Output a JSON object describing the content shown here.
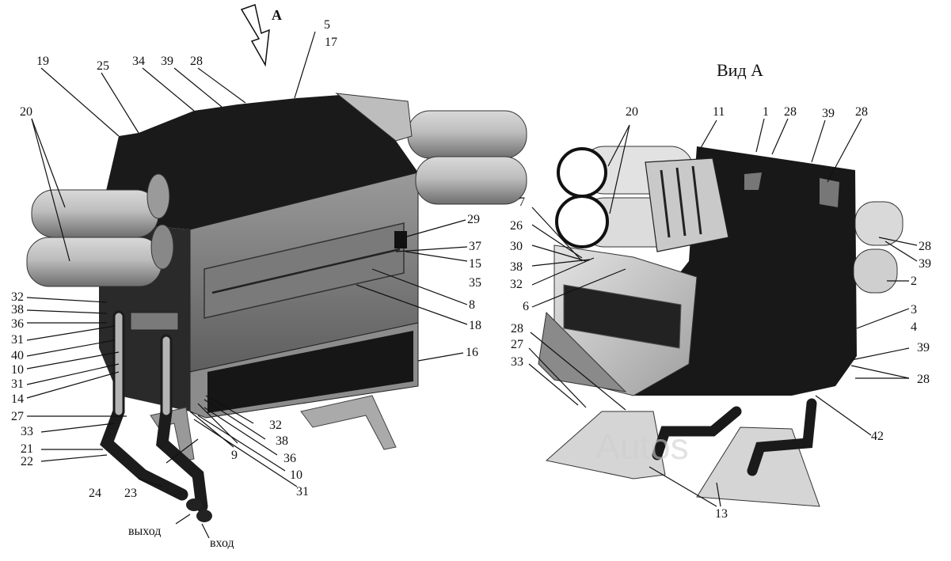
{
  "view_title": "Вид А",
  "arrow_label": "А",
  "flow_labels": {
    "outlet": "выход",
    "inlet": "вход"
  },
  "watermark": "Autos",
  "left_unit": {
    "callouts": [
      "5",
      "17",
      "19",
      "25",
      "34",
      "39",
      "28",
      "20",
      "29",
      "37",
      "15",
      "35",
      "8",
      "18",
      "16",
      "32",
      "38",
      "36",
      "31",
      "40",
      "10",
      "31",
      "14",
      "27",
      "33",
      "21",
      "22",
      "24",
      "23",
      "9",
      "32",
      "38",
      "36",
      "10",
      "31"
    ]
  },
  "right_unit": {
    "callouts": [
      "20",
      "11",
      "1",
      "28",
      "39",
      "28",
      "7",
      "26",
      "30",
      "38",
      "32",
      "6",
      "28",
      "39",
      "2",
      "3",
      "4",
      "39",
      "28",
      "28",
      "27",
      "33",
      "42",
      "13"
    ]
  }
}
